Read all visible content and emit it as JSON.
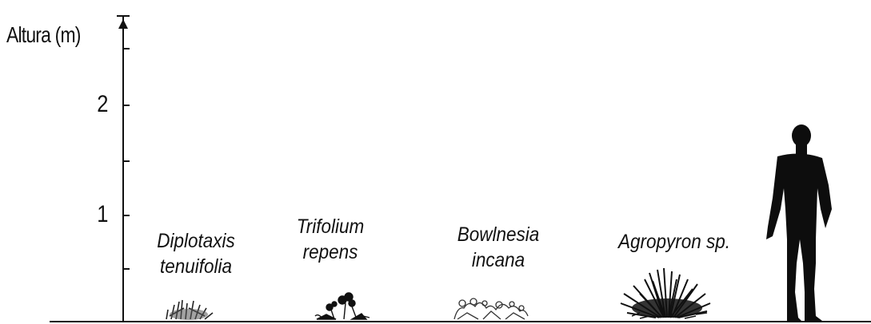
{
  "axis": {
    "title": "Altura (m)",
    "ticks": [
      {
        "label": "2",
        "value": 2
      },
      {
        "label": "1",
        "value": 1
      }
    ]
  },
  "species": [
    {
      "line1": "Diplotaxis",
      "line2": "tenuifolia",
      "icon": "diplotaxis-plant-icon"
    },
    {
      "line1": "Trifolium",
      "line2": "repens",
      "icon": "trifolium-plant-icon"
    },
    {
      "line1": "Bowlnesia",
      "line2": "incana",
      "icon": "bowlnesia-plant-icon"
    },
    {
      "line1": "Agropyron sp.",
      "line2": "",
      "icon": "agropyron-grass-icon"
    }
  ],
  "human": {
    "icon": "human-silhouette-icon"
  },
  "colors": {
    "ink": "#111111",
    "background": "#ffffff"
  }
}
